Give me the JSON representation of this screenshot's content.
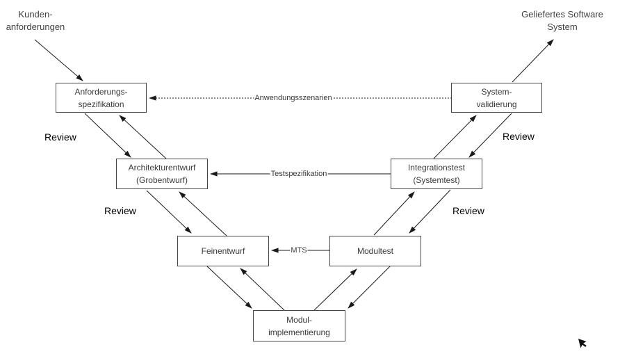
{
  "labels": {
    "customer_requirements_line1": "Kunden-",
    "customer_requirements_line2": "anforderungen",
    "delivered_system_line1": "Geliefertes Software",
    "delivered_system_line2": "System",
    "review": "Review"
  },
  "boxes": {
    "requirements_spec": {
      "line1": "Anforderungs-",
      "line2": "spezifikation"
    },
    "architecture_design": {
      "line1": "Architekturentwurf",
      "line2": "(Grobentwurf)"
    },
    "detailed_design": {
      "line1": "Feinentwurf"
    },
    "module_implementation": {
      "line1": "Modul-",
      "line2": "implementierung"
    },
    "module_test": {
      "line1": "Modultest"
    },
    "integration_test": {
      "line1": "Integrationstest",
      "line2": "(Systemtest)"
    },
    "system_validation": {
      "line1": "System-",
      "line2": "validierung"
    }
  },
  "connectors": {
    "application_scenarios": "Anwendungsszenarien",
    "test_specification": "Testspezifikation",
    "module_test_spec": "MTS"
  },
  "colors": {
    "box_border": "#454545",
    "box_text": "#3a3a3a",
    "line": "#1a1a1a",
    "review_text": "#000000"
  }
}
